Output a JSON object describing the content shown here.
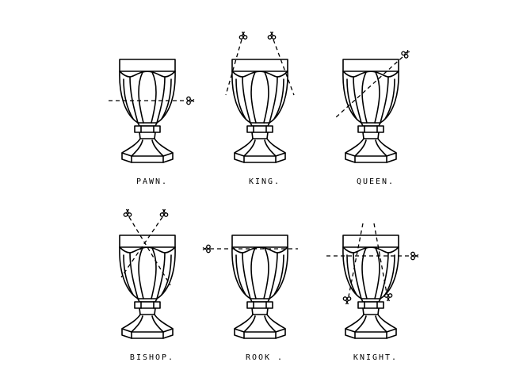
{
  "figures": [
    {
      "id": "pawn",
      "label": "PAWN."
    },
    {
      "id": "king",
      "label": "KING."
    },
    {
      "id": "queen",
      "label": "QUEEN."
    },
    {
      "id": "bishop",
      "label": "BISHOP."
    },
    {
      "id": "rook",
      "label": "ROOK ."
    },
    {
      "id": "knight",
      "label": "KNIGHT."
    }
  ],
  "icons": [
    "goblet-icon",
    "scissors-icon",
    "dashed-cut-line"
  ],
  "colors": {
    "ink": "#000000",
    "background": "#ffffff"
  }
}
